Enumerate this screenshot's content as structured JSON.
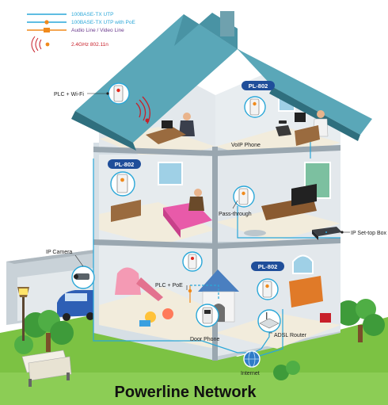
{
  "legend": {
    "items": [
      {
        "label": "100BASE-TX UTP",
        "color": "#2aa7d8",
        "kind": "line"
      },
      {
        "label": "100BASE-TX UTP with PoE",
        "color": "#2aa7d8",
        "kind": "line-dot"
      },
      {
        "label": "Audio Line / Video Line",
        "color": "#f08a1c",
        "kind": "line-dot"
      },
      {
        "label": "2.4GHz 802.11n",
        "color": "#c8202a",
        "kind": "wave"
      }
    ]
  },
  "labels": {
    "plc_wifi": "PLC + Wi-Fi",
    "voip_phone": "VoIP Phone",
    "pass_through": "Pass-through",
    "ip_settop": "IP Set-top Box",
    "ip_camera": "IP Camera",
    "plc_poe": "PLC + PoE",
    "door_phone": "Door Phone",
    "adsl_router": "ADSL Router",
    "internet": "Internet"
  },
  "badges": {
    "top_right": "PL-802",
    "mid_left": "PL-802",
    "low_right": "PL-802"
  },
  "title": "Powerline Network",
  "colors": {
    "roof": "#5aa7b8",
    "roof_dark": "#3f8797",
    "wall": "#d6dfe5",
    "floor": "#f2ecdc",
    "grass": "#7cc243",
    "badge": "#1f4e9a",
    "cable": "#2aa7d8",
    "wifi": "#c8202a"
  }
}
